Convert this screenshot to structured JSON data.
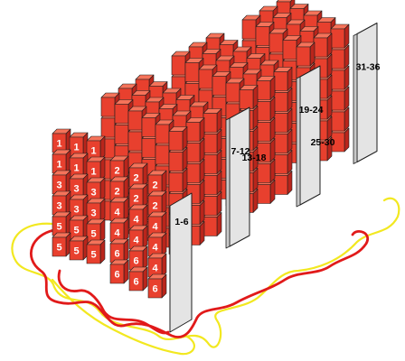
{
  "colors": {
    "box_front": "#e8402e",
    "box_top": "#f5735a",
    "box_side": "#b9251b",
    "box_outline": "#5a0d08",
    "shelf_panel": "#e4e4e4",
    "shelf_panel_side": "#c9c9c9",
    "outline": "#1e1e1e",
    "loop_red": "#e11a1a",
    "loop_yellow": "#f2e820"
  },
  "front_unit": {
    "front_face_grid": [
      [
        "1",
        "1",
        "1",
        ""
      ],
      [
        "1",
        "1",
        "1",
        ""
      ],
      [
        "3",
        "3",
        "3",
        ""
      ],
      [
        "3",
        "3",
        "3",
        ""
      ],
      [
        "5",
        "5",
        "5",
        ""
      ],
      [
        "5",
        "5",
        "5",
        ""
      ]
    ],
    "side_face_grid": [
      [
        "2",
        "2",
        "2"
      ],
      [
        "2",
        "2",
        "2"
      ],
      [
        "4",
        "4",
        "4"
      ],
      [
        "4",
        "4",
        "4"
      ],
      [
        "6",
        "6",
        "4"
      ],
      [
        "6",
        "6",
        "6"
      ]
    ]
  },
  "end_panel_labels": [
    "1-6",
    "7-12",
    "13-18",
    "19-24",
    "25-30",
    "31-36"
  ]
}
